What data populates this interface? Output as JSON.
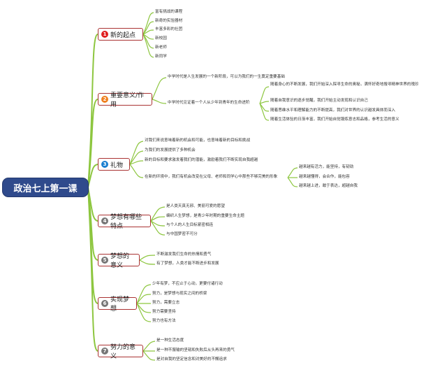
{
  "central": {
    "label": "政治七上第一课"
  },
  "branches": [
    {
      "num": "1",
      "color": "#e02020",
      "label": "新的起点",
      "items": [
        "富有挑战的课程",
        "新奇的实验器材",
        "丰富多彩的社团",
        "新校园",
        "新老师",
        "新同学"
      ]
    },
    {
      "num": "2",
      "color": "#f08020",
      "label": "重要意义/作用",
      "items": [
        "中学时代是人生发展的一个新阶段，可以为我们的一生奠定重要基础",
        "中学时代见证着一个人从少年到青年的生命进阶"
      ],
      "sub": [
        "随着身心的不断发展，我们开始深入探寻生命的奥秘，满怀好奇地搜寻精神世界的瑰珍",
        "随着自我意识的逐步觉醒，我们开始主动发现和认识自己",
        "随着思维水平和理解能力的不断提高，我们对世界的认识越发具体而深入",
        "随着生活体验的日渐丰富，我们开始自觉锻炼意志和品格，参考生活的意义"
      ]
    },
    {
      "num": "3",
      "color": "#1a7fd0",
      "label": "礼物",
      "items": [
        "对我们来说意味着新的机会和可能，也意味着新的目标和挑战",
        "为我们的发展提供了多种机会",
        "新的目标和要求激发着我们的潜能，激励着我们不断实现自我超越",
        "在新的环境中，我们有机会改变在父母、老师和同学心中那些不够完美的形象"
      ],
      "sub": [
        "越来越有活力，能坚持，有韧劲",
        "越来越懂得，会合作，能包容",
        "越来越上进，敢于表达，超越自我"
      ]
    },
    {
      "num": "4",
      "color": "#777777",
      "label": "梦想有哪些特点",
      "items": [
        "是人类天真无邪、美丽可爱的愿望",
        "编织人生梦想，是青少年时期的重要生命主题",
        "与个人的人生目标紧密相连",
        "与中国梦密不可分"
      ]
    },
    {
      "num": "5",
      "color": "#777777",
      "label": "梦想的意义",
      "items": [
        "不断激发我们生命的热情和勇气",
        "有了梦想，人类才能不断进步和发展"
      ]
    },
    {
      "num": "6",
      "color": "#777777",
      "label": "实现梦想",
      "items": [
        "少年有梦，不应止于心动，更要付诸行动",
        "努力，是梦想与现实之间的桥梁",
        "努力，需要立志",
        "努力需要坚持",
        "努力也有方法"
      ]
    },
    {
      "num": "7",
      "color": "#777777",
      "label": "努力的意义",
      "items": [
        "是一种生活态度",
        "是一种不服输的坚韧和失败后从头再来的勇气",
        "是对自我的坚定信念和对美好的不懈追求"
      ]
    }
  ]
}
